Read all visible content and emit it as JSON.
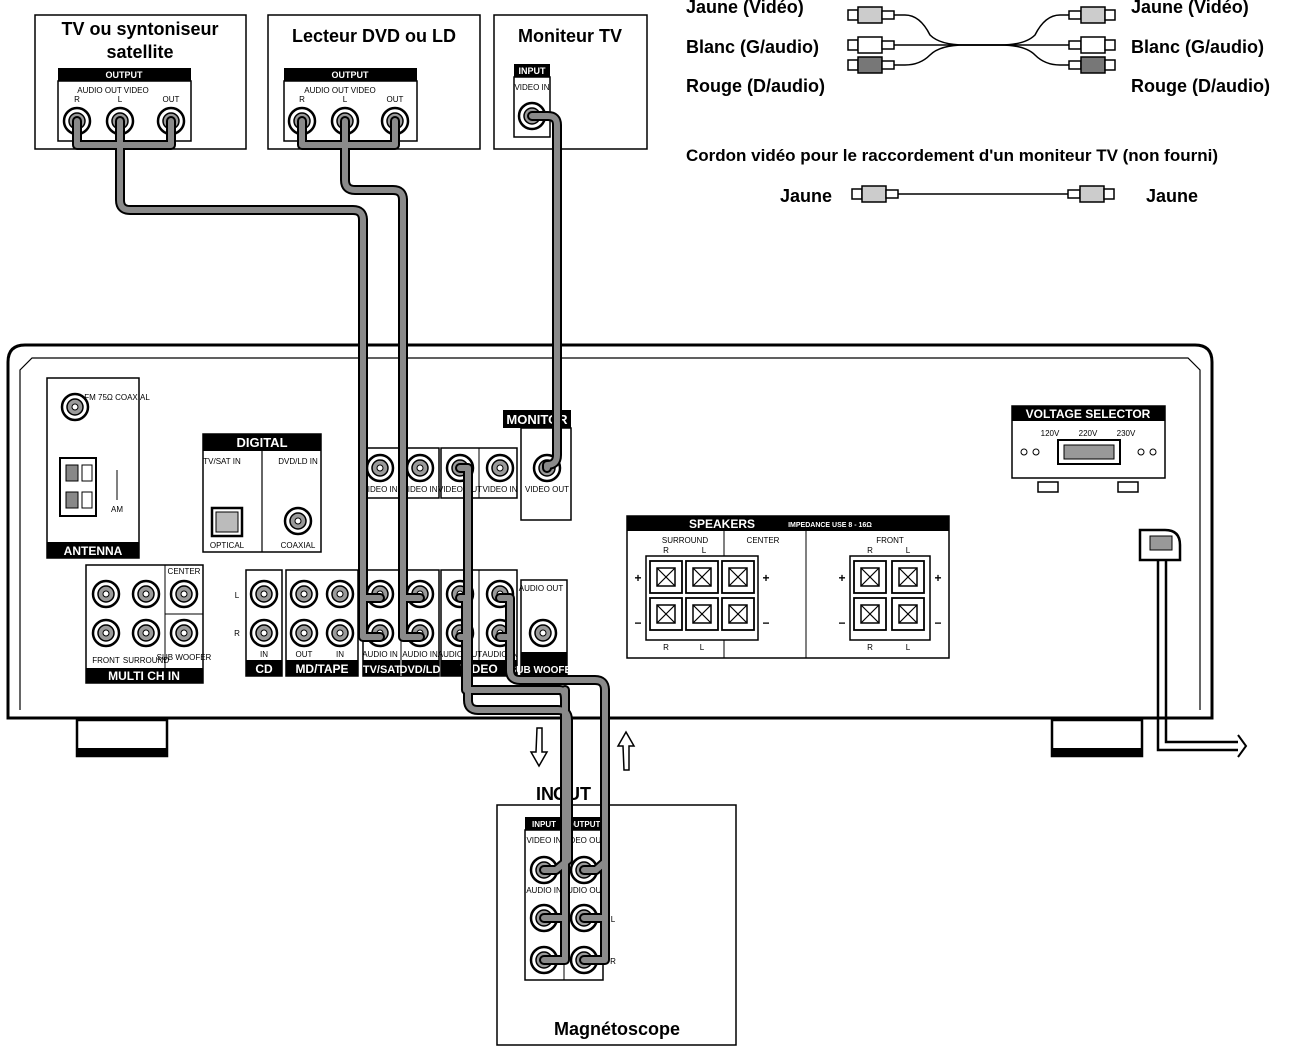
{
  "devices": {
    "tv_sat": {
      "title_line1": "TV ou syntoniseur",
      "title_line2": "satellite",
      "output": "OUTPUT",
      "audio_out_video": "AUDIO OUT VIDEO",
      "r": "R",
      "l": "L",
      "out": "OUT"
    },
    "dvd": {
      "title": "Lecteur DVD ou LD",
      "output": "OUTPUT",
      "audio_out_video": "AUDIO OUT VIDEO",
      "r": "R",
      "l": "L",
      "out": "OUT"
    },
    "monitor_tv": {
      "title": "Moniteur TV",
      "input": "INPUT",
      "video_in": "VIDEO IN"
    },
    "vcr": {
      "title": "Magnétoscope",
      "in": "IN",
      "out": "OUT",
      "input": "INPUT",
      "output": "OUTPUT",
      "video_in": "VIDEO IN",
      "video_out": "VIDEO OUT",
      "audio_in": "AUDIO IN",
      "audio_out": "AUDIO OUT",
      "l": "L",
      "r": "R"
    }
  },
  "legend": {
    "left": [
      "Jaune (Vidéo)",
      "Blanc (G/audio)",
      "Rouge (D/audio)"
    ],
    "right": [
      "Jaune (Vidéo)",
      "Blanc (G/audio)",
      "Rouge (D/audio)"
    ],
    "video_cord_caption": "Cordon vidéo pour le raccordement d'un moniteur TV (non fourni)",
    "video_left": "Jaune",
    "video_right": "Jaune"
  },
  "receiver": {
    "fm": "FM 75Ω COAXIAL",
    "am": "AM",
    "antenna": "ANTENNA",
    "digital": "DIGITAL",
    "tvsat_in": "TV/SAT IN",
    "dvdld_in": "DVD/LD IN",
    "optical": "OPTICAL",
    "coaxial": "COAXIAL",
    "monitor": "MONITOR",
    "video_in": "VIDEO IN",
    "video_out": "VIDEO OUT",
    "voltage_selector": "VOLTAGE SELECTOR",
    "voltages": [
      "120V",
      "220V",
      "230V"
    ],
    "speakers": "SPEAKERS",
    "impedance": "IMPEDANCE USE 8 - 16Ω",
    "surround": "SURROUND",
    "center": "CENTER",
    "front": "FRONT",
    "r": "R",
    "l": "L",
    "plus": "+",
    "minus": "−",
    "center_small": "CENTER",
    "front_small": "FRONT",
    "surround_small": "SURROUND",
    "sub_woofer_small": "SUB WOOFER",
    "multi_ch_in": "MULTI CH IN",
    "cd": "CD",
    "md_tape": "MD/TAPE",
    "tv_sat": "TV/SAT",
    "dvd_ld": "DVD/LD",
    "video": "VIDEO",
    "sub_woofer": "SUB WOOFER",
    "audio_out": "AUDIO OUT",
    "audio_in": "AUDIO IN",
    "in": "IN",
    "out": "OUT"
  }
}
